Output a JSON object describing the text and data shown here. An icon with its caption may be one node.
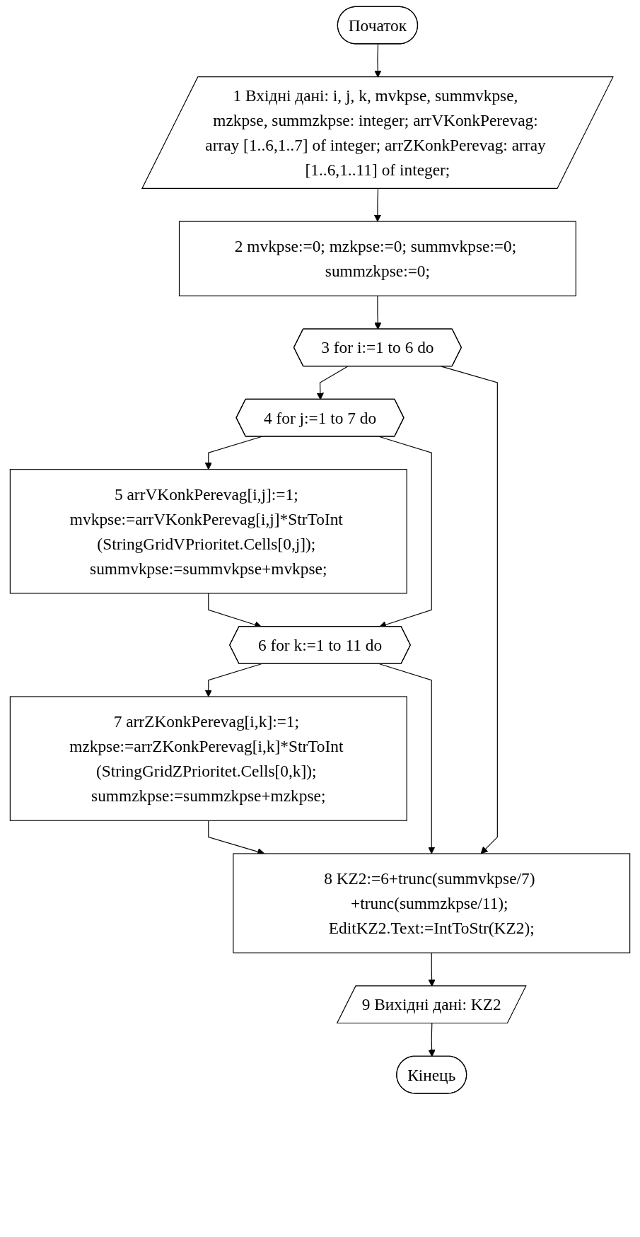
{
  "diagram": {
    "nodes": [
      {
        "text": [
          "Початок"
        ]
      },
      {
        "text": [
          "1 Вхідні дані: i, j, k, mvkpse, summvkpse, mzkpse, summzkpse: integer; arrVKonkPerevag: array [1..6,1..7] of integer; arrZKonkPerevag: array [1..6,1..11] of integer;"
        ]
      },
      {
        "text": [
          "2 mvkpse:=0; mzkpse:=0; summvkpse:=0; summzkpse:=0;"
        ]
      },
      {
        "text": [
          "3 for i:=1 to 6 do"
        ]
      },
      {
        "text": [
          "4 for j:=1 to 7 do"
        ]
      },
      {
        "text": [
          "5 arrVKonkPerevag[i,j]:=1; mvkpse:=arrVKonkPerevag[i,j]*StrToInt (StringGridVPrioritet.Cells[0,j]); summvkpse:=summvkpse+mvkpse;"
        ]
      },
      {
        "text": [
          "6 for k:=1 to 11 do"
        ]
      },
      {
        "text": [
          "7 arrZKonkPerevag[i,k]:=1; mzkpse:=arrZKonkPerevag[i,k]*StrToInt (StringGridZPrioritet.Cells[0,k]); summzkpse:=summzkpse+mzkpse;"
        ]
      },
      {
        "text": [
          "8 KZ2:=6+trunc(summvkpse/7) +trunc(summzkpse/11); EditKZ2.Text:=IntToStr(KZ2);"
        ]
      },
      {
        "text": [
          "9 Вихідні дані: KZ2"
        ]
      },
      {
        "text": [
          "Кінець"
        ]
      }
    ],
    "edges": [
      {
        "from": 0,
        "to": 1,
        "arrow": "to"
      },
      {
        "from": 1,
        "to": 2,
        "arrow": "to"
      },
      {
        "from": 2,
        "to": 3,
        "arrow": "to"
      },
      {
        "from": 3,
        "to": 4,
        "arrow": "to"
      },
      {
        "from": 4,
        "to": 5,
        "arrow": "to"
      },
      {
        "from": 5,
        "to": 6,
        "arrow": "to"
      },
      {
        "from": 4,
        "to": 6,
        "arrow": "to"
      },
      {
        "from": 6,
        "to": 7,
        "arrow": "to"
      },
      {
        "from": 7,
        "to": 8,
        "arrow": "to"
      },
      {
        "from": 6,
        "to": 8,
        "arrow": "to"
      },
      {
        "from": 3,
        "to": 8,
        "arrow": "to"
      },
      {
        "from": 8,
        "to": 9,
        "arrow": "to"
      },
      {
        "from": 9,
        "to": 10,
        "arrow": "to"
      }
    ]
  }
}
